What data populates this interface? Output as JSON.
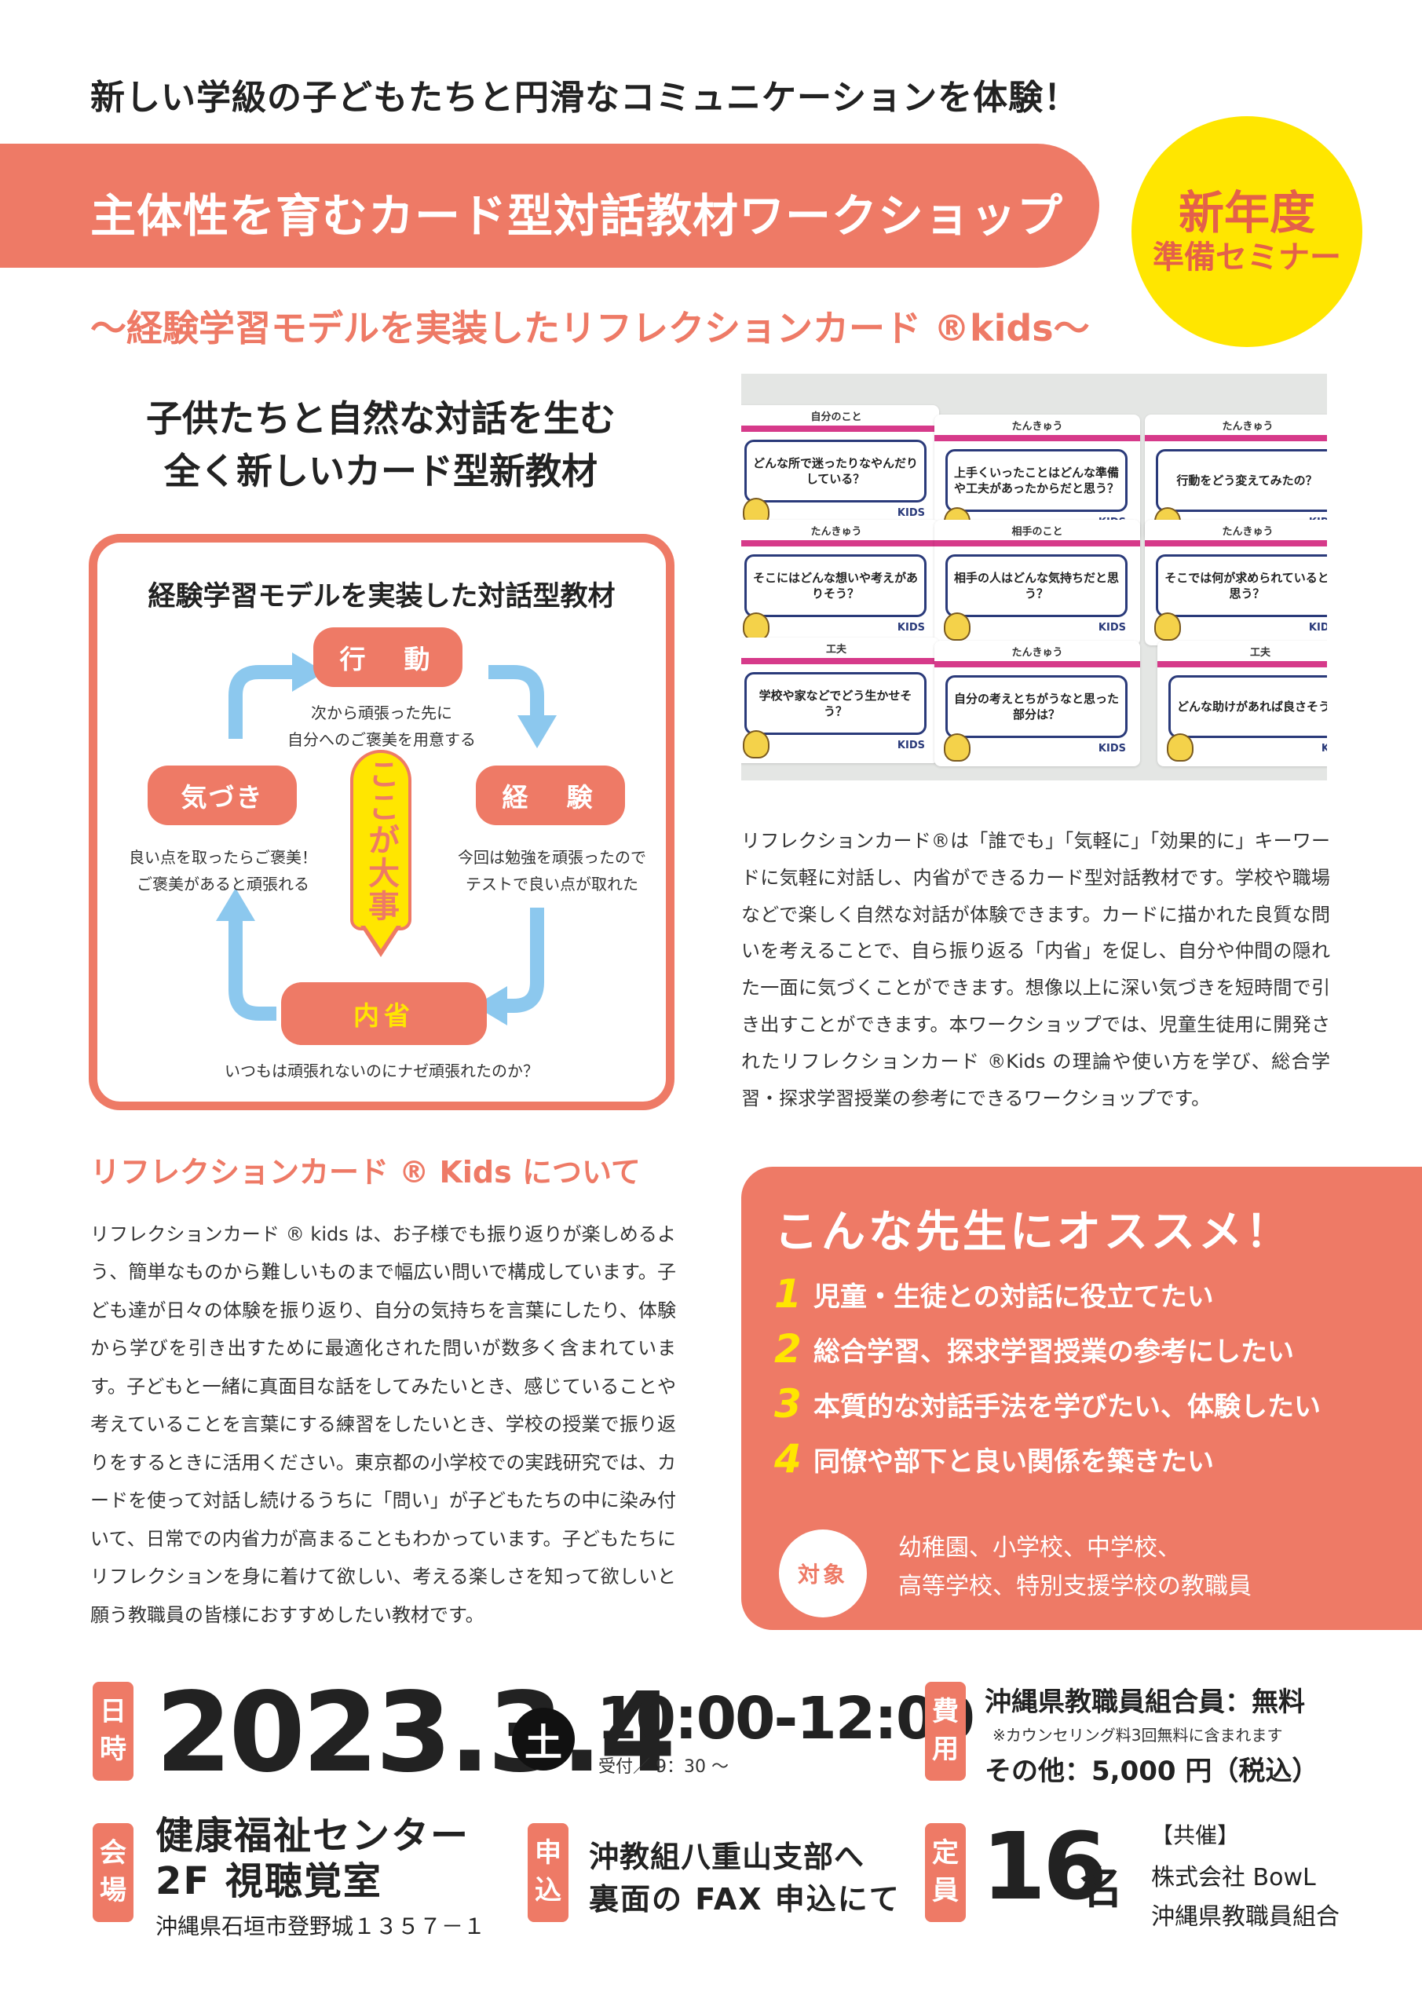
{
  "header": {
    "tagline": "新しい学級の子どもたちと円滑なコミュニケーションを体験！",
    "title": "主体性を育むカード型対話教材ワークショップ",
    "badge_line1": "新年度",
    "badge_line2": "準備セミナー",
    "subtitle": "〜経験学習モデルを実装したリフレクションカード ®kids〜"
  },
  "lead": {
    "line1": "子供たちと自然な対話を生む",
    "line2": "全く新しいカード型新教材"
  },
  "diagram": {
    "title": "経験学習モデルを実装した対話型教材",
    "action": "行　動",
    "action_note1": "次から頑張った先に",
    "action_note2": "自分へのご褒美を用意する",
    "experience": "経　験",
    "experience_note1": "今回は勉強を頑張ったので",
    "experience_note2": "テストで良い点が取れた",
    "reflection": "内省",
    "reflection_note": "いつもは頑張れないのにナゼ頑張れたのか？",
    "awareness": "気づき",
    "awareness_note1": "良い点を取ったらご褒美！",
    "awareness_note2": "ご褒美があると頑張れる",
    "center": "ここが大事",
    "colors": {
      "accent": "#ee7a66",
      "arrow": "#8cc8ee",
      "highlight": "#ffe600"
    }
  },
  "photo": {
    "cards": [
      {
        "header": "自分のこと",
        "question": "どんな所で迷ったりなやんだりしている？"
      },
      {
        "header": "たんきゅう",
        "question": "上手くいったことはどんな準備や工夫があったからだと思う？"
      },
      {
        "header": "たんきゅう",
        "question": "行動をどう変えてみたの？"
      },
      {
        "header": "たんきゅう",
        "question": "そこにはどんな想いや考えがありそう？"
      },
      {
        "header": "相手のこと",
        "question": "相手の人はどんな気持ちだと思う？"
      },
      {
        "header": "たんきゅう",
        "question": "そこでは何が求められていると思う？"
      },
      {
        "header": "工夫",
        "question": "学校や家などでどう生かせそう？"
      },
      {
        "header": "たんきゅう",
        "question": "自分の考えとちがうなと思った部分は？"
      },
      {
        "header": "工夫",
        "question": "どんな助けがあれば良さそう？"
      }
    ],
    "logo": "KIDS"
  },
  "about": {
    "text": "リフレクションカード®は「誰でも」「気軽に」「効果的に」キーワードに気軽に対話し、内省ができるカード型対話教材です。学校や職場などで楽しく自然な対話が体験できます。カードに描かれた良質な問いを考えることで、自ら振り返る「内省」を促し、自分や仲間の隠れた一面に気づくことができます。想像以上に深い気づきを短時間で引き出すことができます。本ワークショップでは、児童生徒用に開発されたリフレクションカード ®Kids の理論や使い方を学び、総合学習・探求学習授業の参考にできるワークショップです。"
  },
  "kids": {
    "heading": "リフレクションカード ® Kids について",
    "text": "リフレクションカード ® kids は、お子様でも振り返りが楽しめるよう、簡単なものから難しいものまで幅広い問いで構成しています。子ども達が日々の体験を振り返り、自分の気持ちを言葉にしたり、体験から学びを引き出すために最適化された問いが数多く含まれています。子どもと一緒に真面目な話をしてみたいとき、感じていることや考えていることを言葉にする練習をしたいとき、学校の授業で振り返りをするときに活用ください。東京都の小学校での実践研究では、カードを使って対話し続けるうちに「問い」が子どもたちの中に染み付いて、日常での内省力が高まることもわかっています。子どもたちにリフレクションを身に着けて欲しい、考える楽しさを知って欲しいと願う教職員の皆様におすすめしたい教材です。"
  },
  "recommend": {
    "title": "こんな先生にオススメ！",
    "items": [
      {
        "num": "1",
        "text": "児童・生徒との対話に役立てたい"
      },
      {
        "num": "2",
        "text": "総合学習、探求学習授業の参考にしたい"
      },
      {
        "num": "3",
        "text": "本質的な対話手法を学びたい、体験したい"
      },
      {
        "num": "4",
        "text": "同僚や部下と良い関係を築きたい"
      }
    ],
    "target_label": "対象",
    "target_line1": "幼稚園、小学校、中学校、",
    "target_line2": "高等学校、特別支援学校の教職員"
  },
  "event": {
    "date_label_1": "日",
    "date_label_2": "時",
    "date": "2023.3.4",
    "day_of_week": "土",
    "time": "10:00-12:00",
    "reception": "受付／ 9：30 〜",
    "fee_label_1": "費",
    "fee_label_2": "用",
    "fee_member": "沖縄県教職員組合員：無料",
    "fee_note": "※カウンセリング料3回無料に含まれます",
    "fee_other": "その他：5,000 円（税込）",
    "venue_label_1": "会",
    "venue_label_2": "場",
    "venue_line1": "健康福祉センター",
    "venue_line2": "2F 視聴覚室",
    "address": "沖縄県石垣市登野城１３５７－１",
    "apply_label_1": "申",
    "apply_label_2": "込",
    "apply_line1": "沖教組八重山支部へ",
    "apply_line2": "裏面の FAX 申込にて",
    "capacity_label_1": "定",
    "capacity_label_2": "員",
    "capacity": "16",
    "capacity_unit": "名",
    "sponsor_head": "【共催】",
    "sponsor1": "株式会社 BowL",
    "sponsor2": "沖縄県教職員組合"
  }
}
